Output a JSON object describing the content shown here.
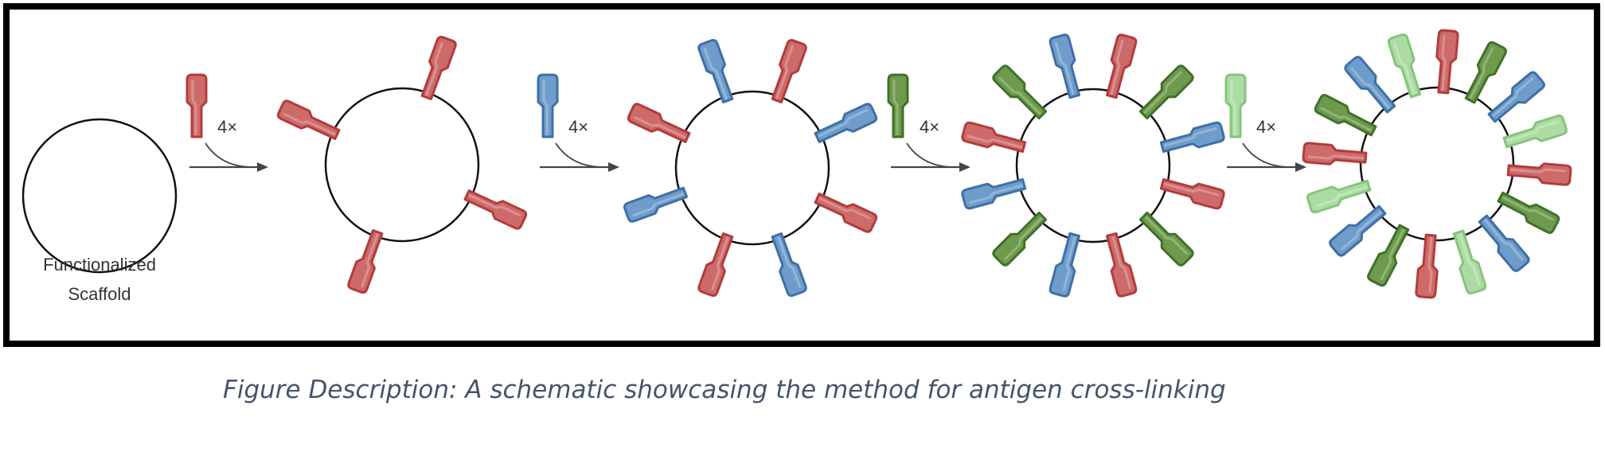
{
  "figure": {
    "scaffold_label_line1": "Functionalized",
    "scaffold_label_line2": "Scaffold",
    "steps": [
      {
        "reagent": "red",
        "multiplier": "4×"
      },
      {
        "reagent": "blue",
        "multiplier": "4×"
      },
      {
        "reagent": "green",
        "multiplier": "4×"
      },
      {
        "reagent": "lightgreen",
        "multiplier": "4×"
      }
    ],
    "colors": {
      "red": {
        "fill": "#cd6b6b",
        "stroke": "#b23c3c"
      },
      "blue": {
        "fill": "#6f9dcb",
        "stroke": "#3f70a6"
      },
      "green": {
        "fill": "#6d9a4c",
        "stroke": "#41712b"
      },
      "lightgreen": {
        "fill": "#acdca4",
        "stroke": "#86c57c"
      }
    }
  },
  "caption": "Figure Description: A schematic showcasing the method for antigen cross-linking"
}
